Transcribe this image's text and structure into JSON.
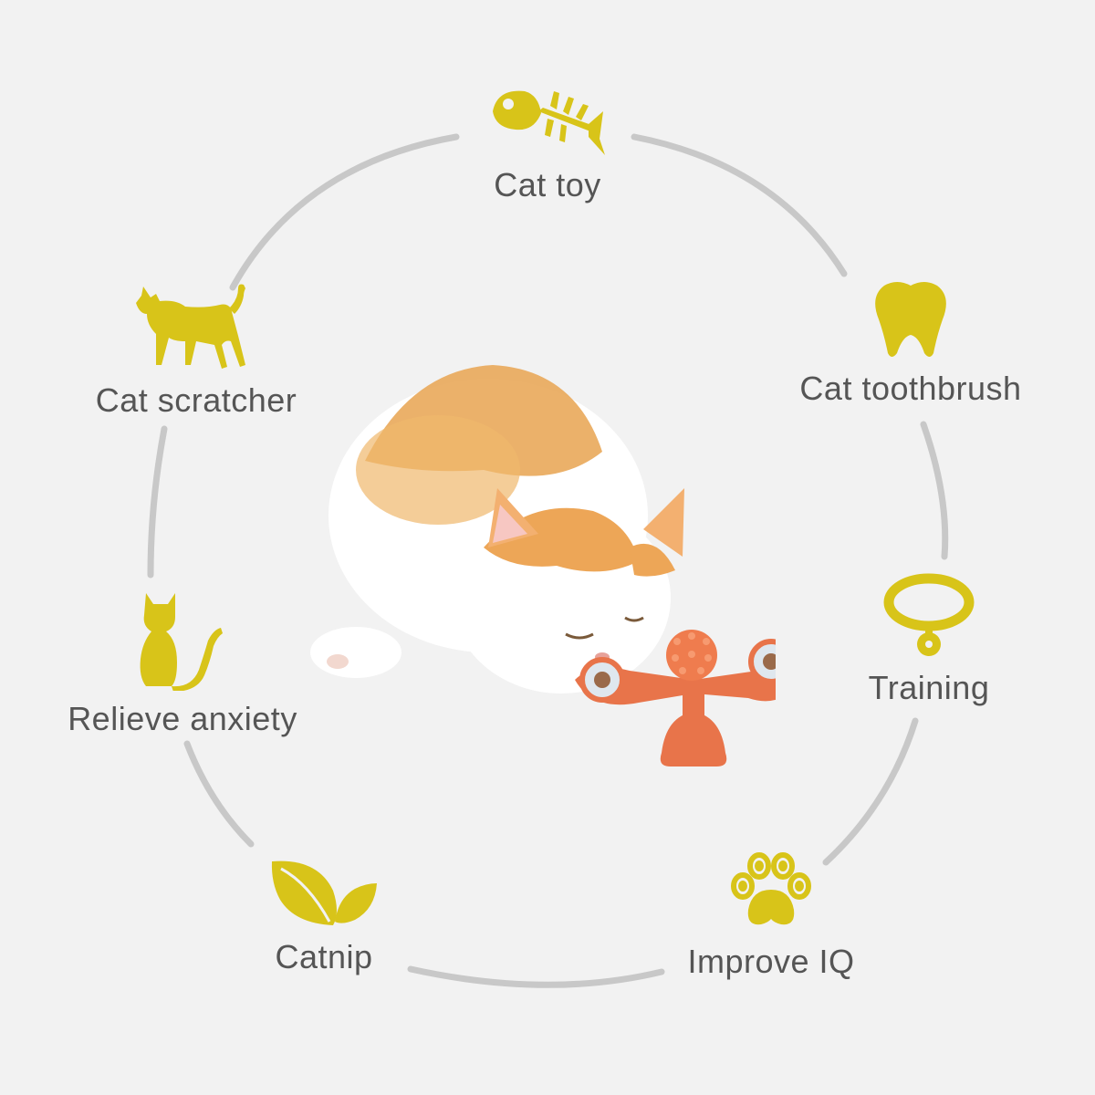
{
  "colors": {
    "background": "#f2f2f2",
    "ring": "#c8c8c8",
    "icon": "#d8c419",
    "text": "#555555",
    "toy": "#e8744a",
    "kitten_orange": "#e9a95a"
  },
  "features": [
    {
      "label": "Cat toy",
      "icon": "fish-bone-icon"
    },
    {
      "label": "Cat toothbrush",
      "icon": "tooth-icon"
    },
    {
      "label": "Training",
      "icon": "collar-icon"
    },
    {
      "label": "Improve IQ",
      "icon": "paw-icon"
    },
    {
      "label": "Catnip",
      "icon": "leaf-icon"
    },
    {
      "label": "Relieve anxiety",
      "icon": "sitting-cat-icon"
    },
    {
      "label": "Cat scratcher",
      "icon": "walking-cat-icon"
    }
  ],
  "center_image": {
    "subject": "kitten-playing-with-windmill-toy"
  }
}
